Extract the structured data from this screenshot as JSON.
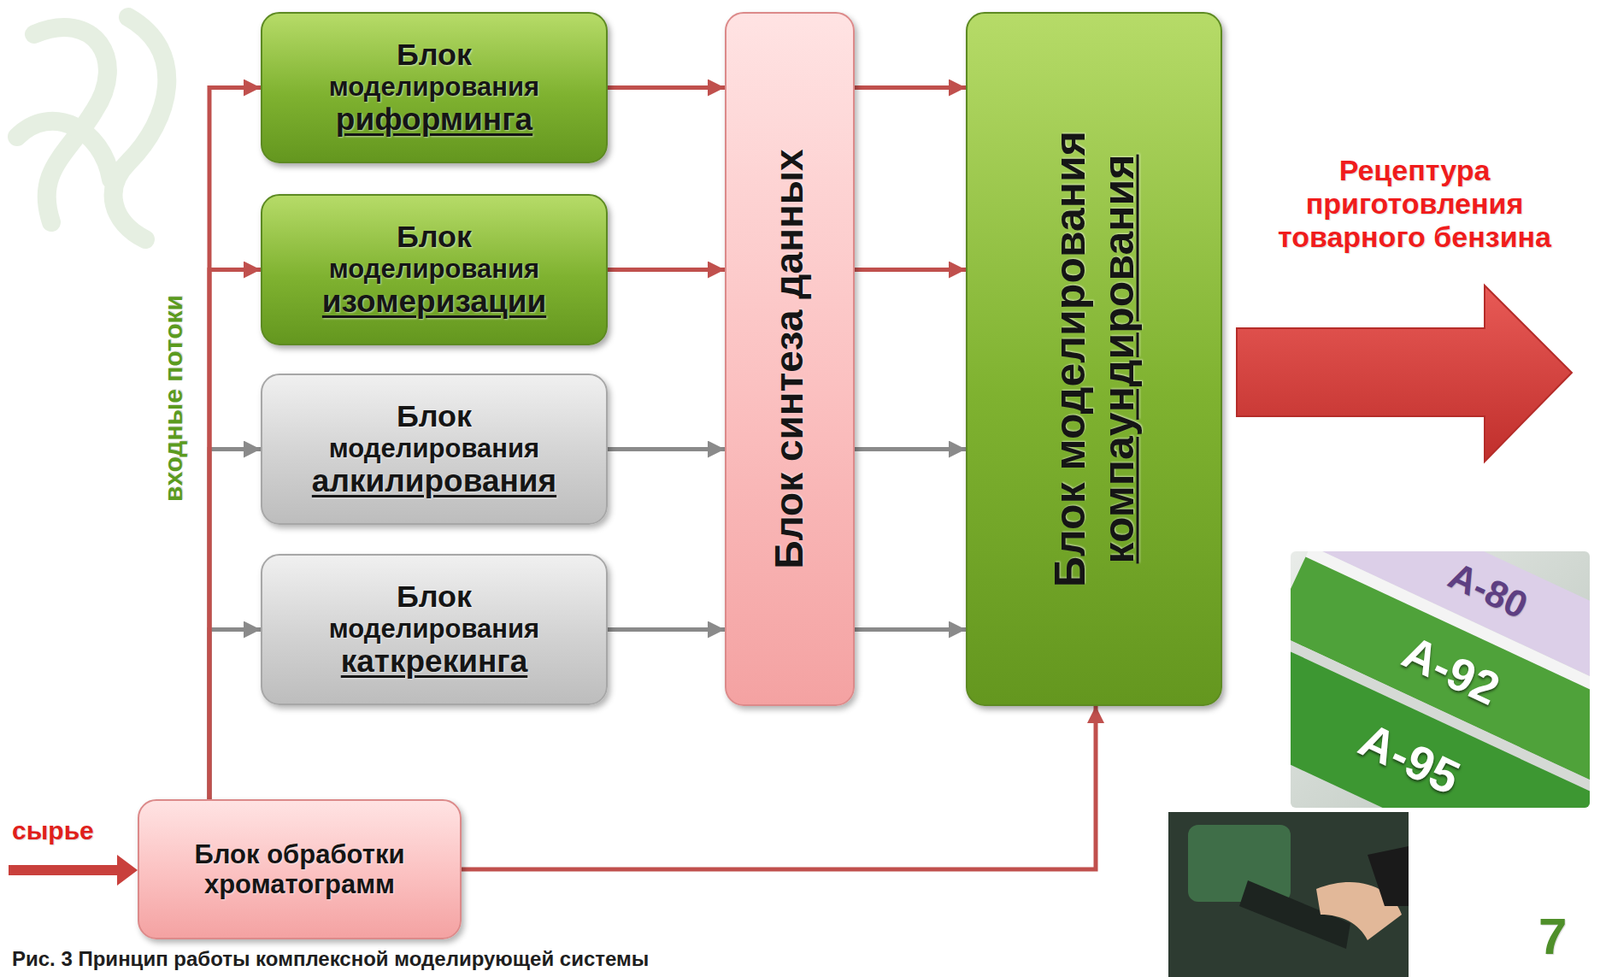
{
  "diagram": {
    "caption": "Рис. 3 Принцип работы комплексной моделирующей системы",
    "nodes": [
      {
        "text": [
          "Блок моделирования",
          "риформинга"
        ]
      },
      {
        "text": [
          "Блок моделирования",
          "изомеризации"
        ]
      },
      {
        "text": [
          "Блок моделирования",
          "алкилирования"
        ]
      },
      {
        "text": [
          "Блок моделирования",
          "каткрекинга"
        ]
      },
      {
        "text": [
          "Блок синтеза данных"
        ]
      },
      {
        "text": [
          "Блок моделирования",
          "компаундирования"
        ]
      },
      {
        "text": [
          "Блок обработки хроматограмм"
        ]
      }
    ],
    "edges": [
      {
        "from": 6,
        "to": 0,
        "arrow": "to"
      },
      {
        "from": 6,
        "to": 1,
        "arrow": "to"
      },
      {
        "from": 6,
        "to": 2,
        "arrow": "to"
      },
      {
        "from": 6,
        "to": 3,
        "arrow": "to"
      },
      {
        "from": 0,
        "to": 4,
        "arrow": "to"
      },
      {
        "from": 1,
        "to": 4,
        "arrow": "to"
      },
      {
        "from": 2,
        "to": 4,
        "arrow": "to"
      },
      {
        "from": 3,
        "to": 4,
        "arrow": "to"
      },
      {
        "from": 4,
        "to": 5,
        "arrow": "to"
      },
      {
        "from": 4,
        "to": 5,
        "arrow": "to"
      },
      {
        "from": 4,
        "to": 5,
        "arrow": "to"
      },
      {
        "from": 4,
        "to": 5,
        "arrow": "to"
      },
      {
        "from": 6,
        "to": 5,
        "arrow": "to"
      }
    ],
    "labels": [
      "входные потоки",
      "сырье",
      "Рецептура приготовления товарного бензина",
      "А-80",
      "А-92",
      "А-95",
      "7"
    ]
  }
}
